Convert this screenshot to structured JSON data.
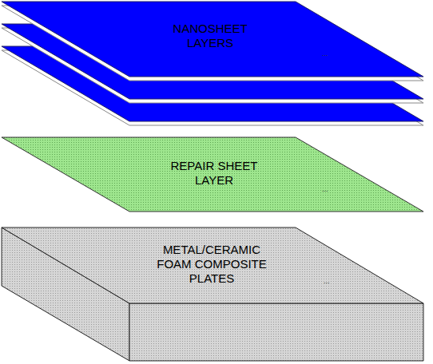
{
  "diagram": {
    "nodes": [
      {
        "text": [
          "NANOSHEET LAYERS"
        ]
      },
      {
        "text": [
          "REPAIR SHEET LAYER"
        ]
      },
      {
        "text": [
          "METAL/CERAMIC FOAM COMPOSITE PLATES"
        ]
      }
    ],
    "labels": [
      "...",
      "...",
      "..."
    ]
  }
}
